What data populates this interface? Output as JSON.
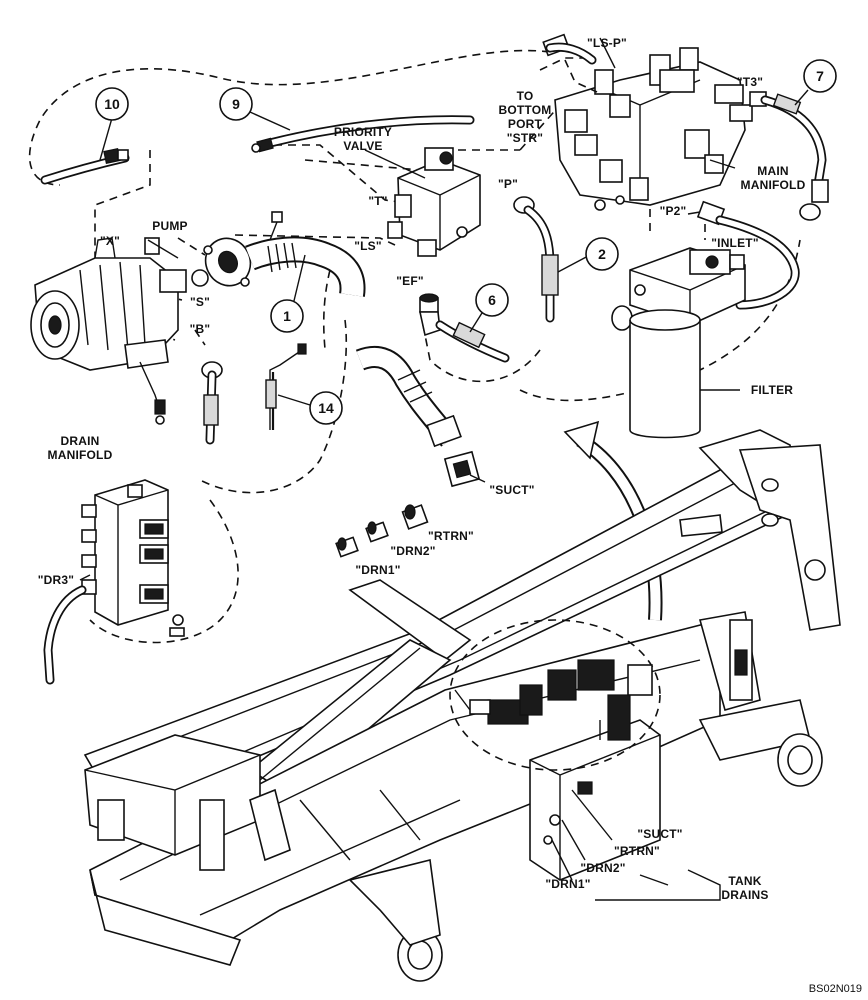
{
  "figure": {
    "code": "BS02N019"
  },
  "callouts": [
    {
      "id": "1",
      "text": "1"
    },
    {
      "id": "2",
      "text": "2"
    },
    {
      "id": "6",
      "text": "6"
    },
    {
      "id": "7",
      "text": "7"
    },
    {
      "id": "9",
      "text": "9"
    },
    {
      "id": "10",
      "text": "10"
    },
    {
      "id": "14",
      "text": "14"
    }
  ],
  "labels": {
    "ls_p": "\"LS-P\"",
    "to": "TO",
    "bottom": "BOTTOM",
    "port": "PORT",
    "str": "\"STR\"",
    "t3": "\"T3\"",
    "main": "MAIN",
    "manifold": "MANIFOLD",
    "priority": "PRIORITY",
    "valve": "VALVE",
    "t": "\"T\"",
    "p": "\"P\"",
    "ls": "\"LS\"",
    "ef": "\"EF\"",
    "p2": "\"P2\"",
    "inlet": "\"INLET\"",
    "pump": "PUMP",
    "x": "\"X\"",
    "s": "\"S\"",
    "b": "\"B\"",
    "filter": "FILTER",
    "drain": "DRAIN",
    "drain_manifold": "MANIFOLD",
    "dr3": "\"DR3\"",
    "suct_top": "\"SUCT\"",
    "rtrn_top": "\"RTRN\"",
    "drn2_top": "\"DRN2\"",
    "drn1_top": "\"DRN1\"",
    "suct_tank": "\"SUCT\"",
    "rtrn_tank": "\"RTRN\"",
    "drn2_tank": "\"DRN2\"",
    "drn1_tank": "\"DRN1\"",
    "tank": "TANK",
    "drains": "DRAINS"
  }
}
